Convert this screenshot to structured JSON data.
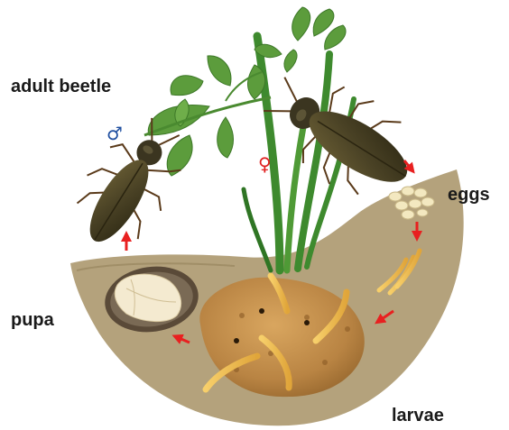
{
  "labels": {
    "adult": "adult beetle",
    "eggs": "eggs",
    "larvae": "larvae",
    "pupa": "pupa"
  },
  "symbols": {
    "male": "♂",
    "female": "♀"
  },
  "colors": {
    "soil": "#b4a27c",
    "potato": "#c08d4c",
    "leaf": "#5c9c3c",
    "stem": "#3e8a2e",
    "beetle": "#4a4225",
    "arrow": "#e82020",
    "male": "#1f4fa0",
    "female": "#e02020",
    "text": "#1a1a1a"
  }
}
